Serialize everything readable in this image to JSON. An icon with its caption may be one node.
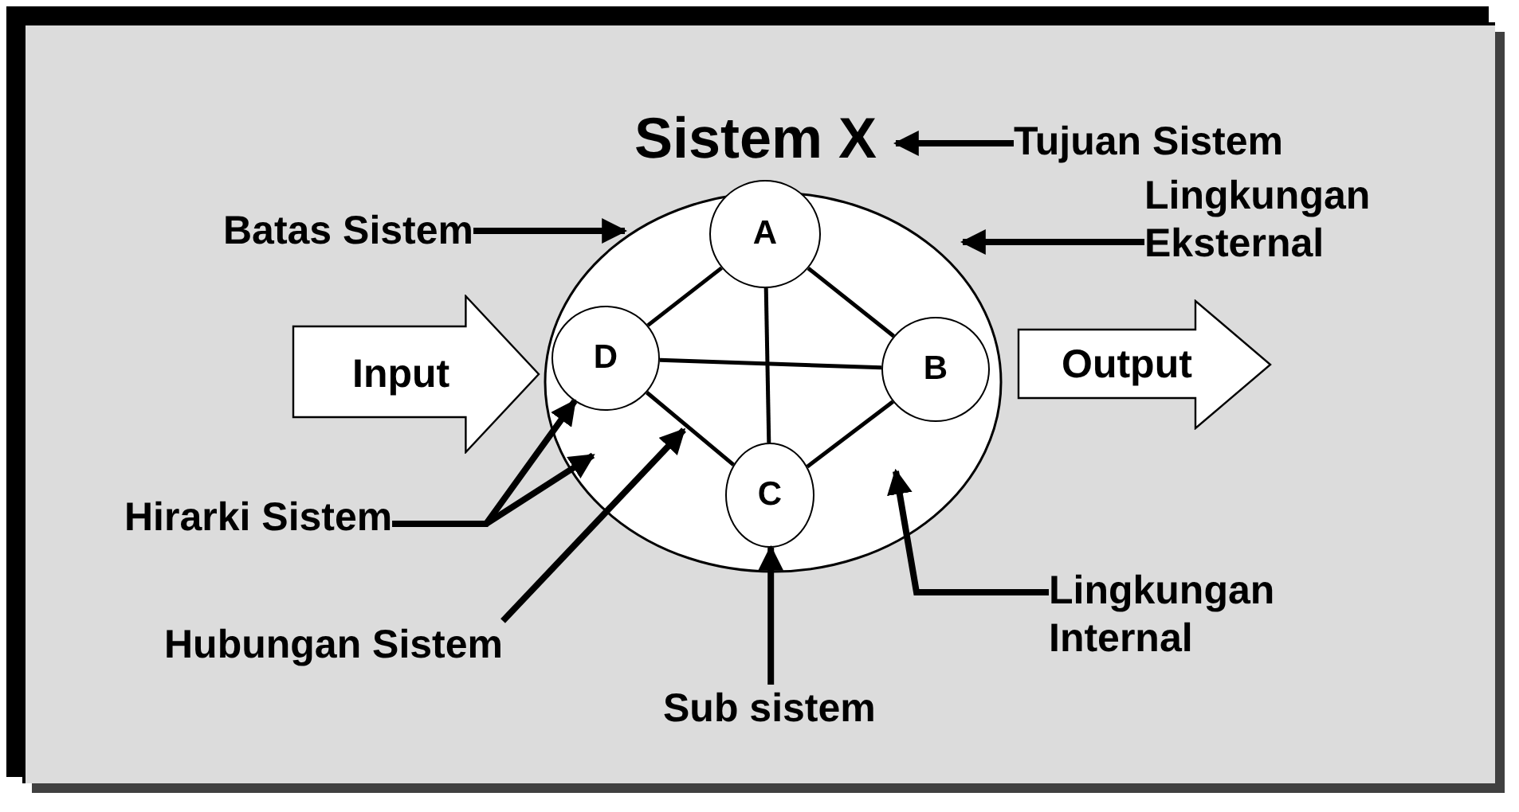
{
  "diagram": {
    "nodes": [
      {
        "text": [
          "Sistem X"
        ]
      },
      {
        "text": [],
        "shape": "ellipse"
      },
      {
        "text": [
          "A"
        ],
        "in": 1
      },
      {
        "text": [
          "D"
        ],
        "in": 1
      },
      {
        "text": [
          "B"
        ],
        "in": 1
      },
      {
        "text": [
          "C"
        ],
        "in": 1
      },
      {
        "text": [
          "Input"
        ]
      },
      {
        "text": [
          "Output"
        ]
      },
      {
        "text": [
          "Tujuan Sistem"
        ]
      },
      {
        "text": [
          "Batas Sistem"
        ]
      },
      {
        "text": [
          "Lingkungan Eksternal"
        ]
      },
      {
        "text": [
          "Hirarki Sistem"
        ]
      },
      {
        "text": [
          "Hubungan Sistem"
        ]
      },
      {
        "text": [
          "Sub sistem"
        ]
      },
      {
        "text": [
          "Lingkungan Internal"
        ]
      }
    ],
    "edges": [
      {
        "from": 2,
        "to": 3,
        "arrow": "none"
      },
      {
        "from": 2,
        "to": 4,
        "arrow": "none"
      },
      {
        "from": 2,
        "to": 5,
        "arrow": "none"
      },
      {
        "from": 3,
        "to": 4,
        "arrow": "none"
      },
      {
        "from": 3,
        "to": 5,
        "arrow": "none"
      },
      {
        "from": 4,
        "to": 5,
        "arrow": "none"
      },
      {
        "from": 8,
        "to": 0,
        "arrow": "to"
      },
      {
        "from": 9,
        "to": 1,
        "arrow": "to"
      },
      {
        "from": 10,
        "to": 1,
        "arrow": "to"
      },
      {
        "from": 11,
        "to": 3,
        "arrow": "to"
      },
      {
        "from": 11,
        "to": 1,
        "arrow": "to"
      },
      {
        "from": 12,
        "to": 1,
        "arrow": "to"
      },
      {
        "from": 13,
        "to": 5,
        "arrow": "to"
      },
      {
        "from": 14,
        "to": 1,
        "arrow": "to"
      }
    ]
  }
}
